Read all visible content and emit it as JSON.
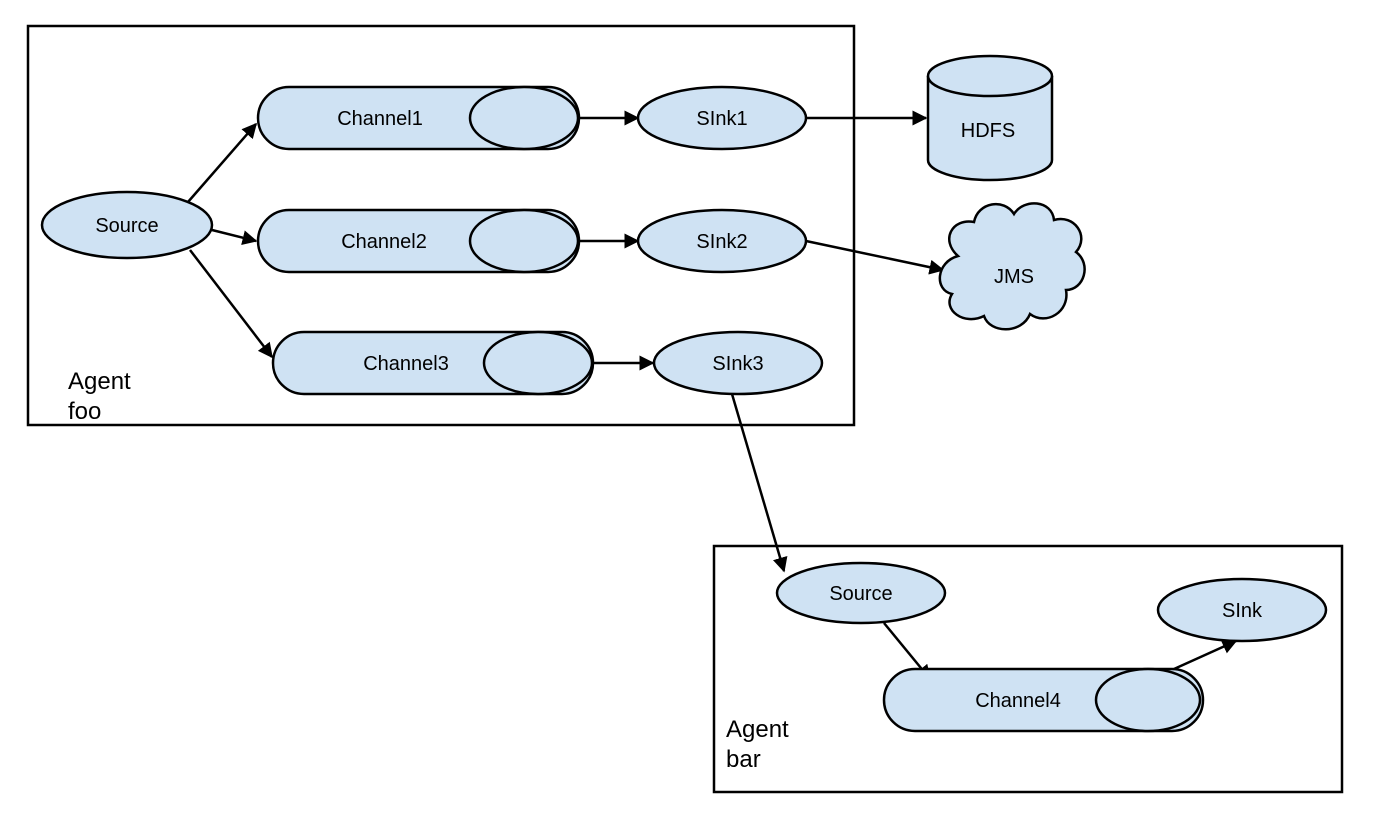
{
  "agent_foo": {
    "line1": "Agent",
    "line2": "foo"
  },
  "agent_bar": {
    "line1": "Agent",
    "line2": "bar"
  },
  "foo": {
    "source": "Source",
    "channel1": "Channel1",
    "channel2": "Channel2",
    "channel3": "Channel3",
    "sink1": "SInk1",
    "sink2": "SInk2",
    "sink3": "SInk3"
  },
  "externals": {
    "hdfs": "HDFS",
    "jms": "JMS"
  },
  "bar": {
    "source": "Source",
    "channel4": "Channel4",
    "sink": "SInk"
  },
  "colors": {
    "node_fill": "#cfe2f3",
    "stroke": "#000000"
  }
}
